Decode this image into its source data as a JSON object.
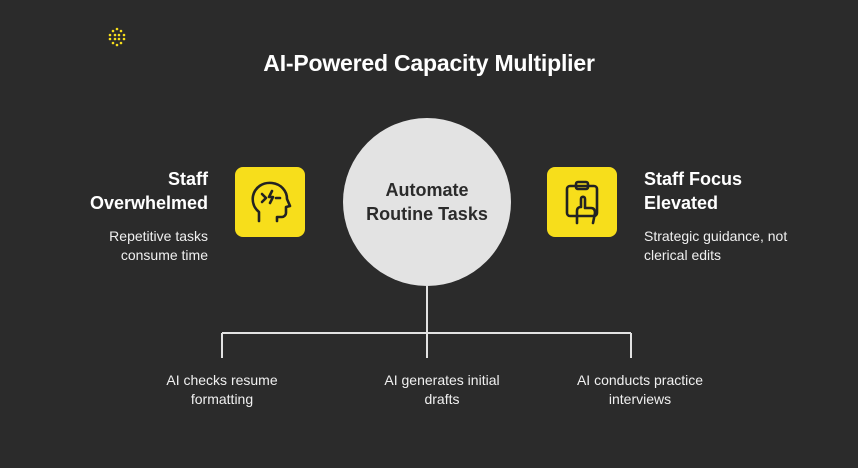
{
  "title": "AI-Powered Capacity Multiplier",
  "center": {
    "label": "Automate\nRoutine Tasks"
  },
  "left": {
    "heading": "Staff\nOverwhelmed",
    "description": "Repetitive tasks\nconsume time",
    "icon": "stressed-head-icon"
  },
  "right": {
    "heading": "Staff Focus\nElevated",
    "description": "Strategic guidance, not\nclerical edits",
    "icon": "hand-clipboard-icon"
  },
  "branches": [
    {
      "label": "AI checks resume\nformatting"
    },
    {
      "label": "AI generates initial\ndrafts"
    },
    {
      "label": "AI conducts practice\ninterviews"
    }
  ],
  "colors": {
    "background": "#2b2b2b",
    "accent": "#f7de1b",
    "circle": "#e3e3e3",
    "text": "#ffffff"
  }
}
